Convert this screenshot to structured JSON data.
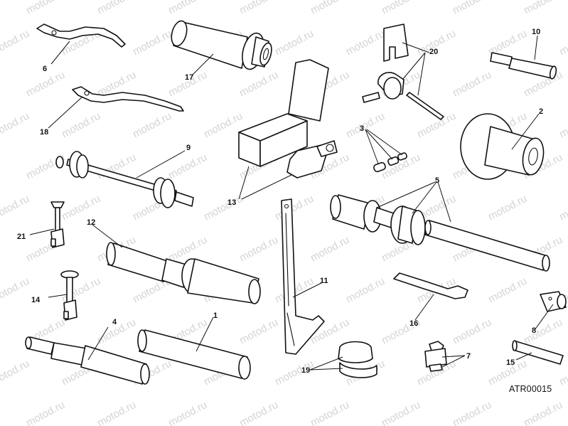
{
  "watermark": "motod.ru",
  "drawing_code": "ATR00015",
  "callouts": {
    "1": "1",
    "2": "2",
    "3": "3",
    "4": "4",
    "5": "5",
    "6": "6",
    "7": "7",
    "8": "8",
    "9": "9",
    "10": "10",
    "11": "11",
    "12": "12",
    "13": "13",
    "14": "14",
    "15": "15",
    "16": "16",
    "17": "17",
    "18": "18",
    "19": "19",
    "20": "20",
    "21": "21"
  }
}
